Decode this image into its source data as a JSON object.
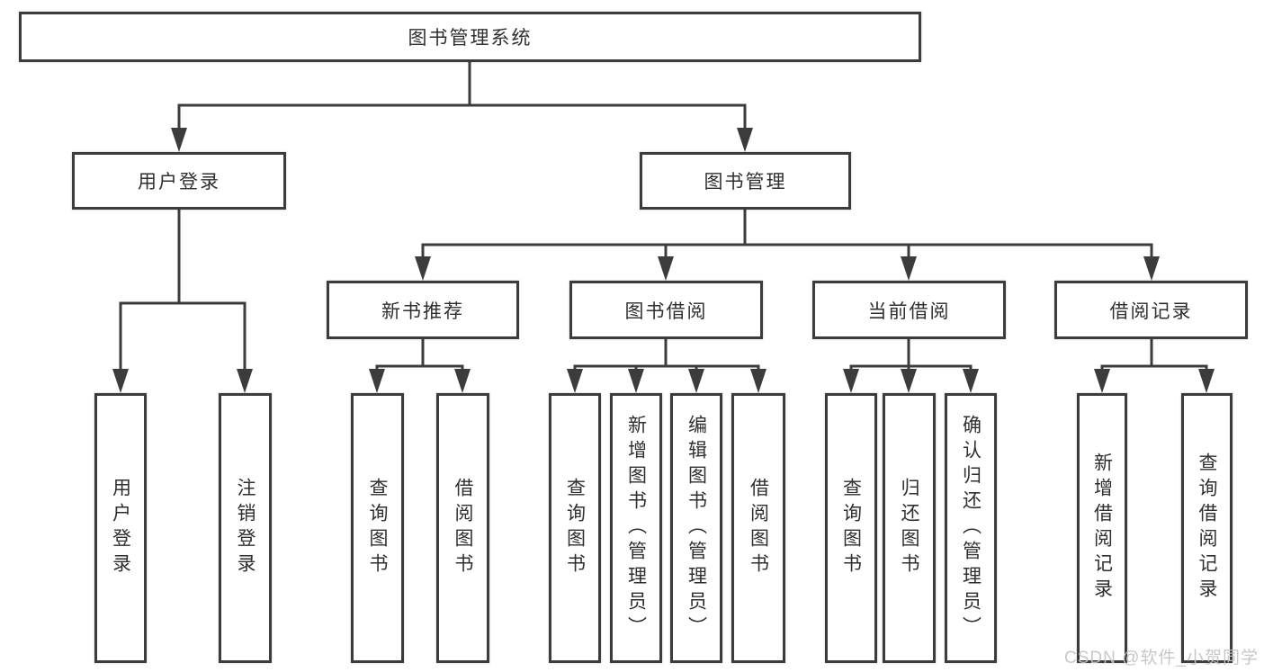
{
  "diagram": {
    "root": {
      "label": "图书管理系统"
    },
    "level2": {
      "user_login": {
        "label": "用户登录"
      },
      "book_mgmt": {
        "label": "图书管理"
      }
    },
    "level3": {
      "new_book_rec": {
        "label": "新书推荐"
      },
      "book_borrow": {
        "label": "图书借阅"
      },
      "current_borrow": {
        "label": "当前借阅"
      },
      "borrow_record": {
        "label": "借阅记录"
      }
    },
    "level4": {
      "user_login_leaf": {
        "label": "用户登录"
      },
      "logout": {
        "label": "注销登录"
      },
      "nb_query_book": {
        "label": "查询图书"
      },
      "nb_borrow_book": {
        "label": "借阅图书"
      },
      "bb_query_book": {
        "label": "查询图书"
      },
      "bb_add_book": {
        "label": "新增图书（管理员）"
      },
      "bb_edit_book": {
        "label": "编辑图书（管理员）"
      },
      "bb_borrow_book": {
        "label": "借阅图书"
      },
      "cb_query_book": {
        "label": "查询图书"
      },
      "cb_return_book": {
        "label": "归还图书"
      },
      "cb_confirm_return": {
        "label": "确认归还（管理员）"
      },
      "br_add_record": {
        "label": "新增借阅记录"
      },
      "br_query_record": {
        "label": "查询借阅记录"
      }
    },
    "watermark": "CSDN @软件_小贺同学",
    "colors": {
      "line": "#3c3c3c",
      "text": "#2f2f2f",
      "background": "#ffffff",
      "watermark": "#c3c3c3"
    }
  }
}
